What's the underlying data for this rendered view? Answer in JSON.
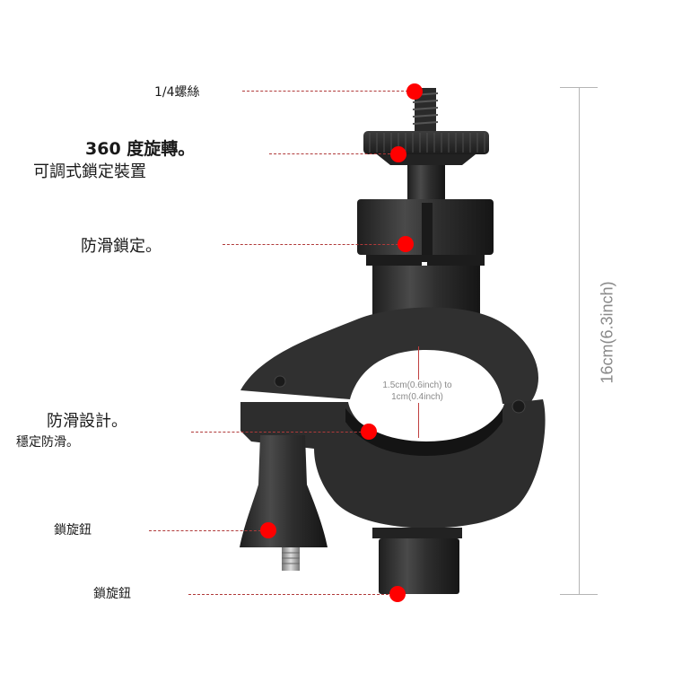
{
  "labels": {
    "thread": "1/4螺絲",
    "rotate_title": "360 度旋轉。",
    "rotate_sub": "可調式鎖定裝置",
    "anti_slip_lock": "防滑鎖定。",
    "anti_slip_title": "防滑設計。",
    "anti_slip_sub": "穩定防滑。",
    "knob_1": "鎖旋鈕",
    "knob_2": "鎖旋鈕"
  },
  "dimensions": {
    "height": "16cm(6.3inch)",
    "clamp_range_line1": "1.5cm(0.6inch) to",
    "clamp_range_line2": "1cm(0.4inch)"
  },
  "colors": {
    "callout_dot": "#ff0000",
    "leader_line": "#b03a3a",
    "dimension_line": "#b5b5b5",
    "product_body": "#2a2a2a"
  }
}
